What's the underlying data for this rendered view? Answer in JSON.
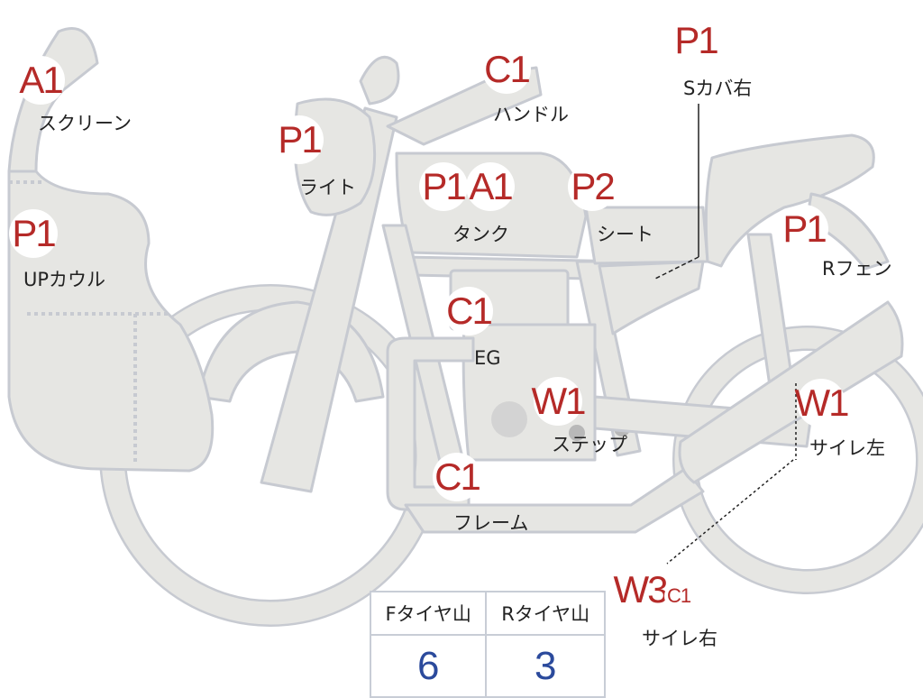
{
  "parts": {
    "screen": {
      "grade": "A1",
      "label": "スクリーン"
    },
    "up_cowl": {
      "grade": "P1",
      "label": "UPカウル"
    },
    "light": {
      "grade": "P1",
      "label": "ライト"
    },
    "handle": {
      "grade": "C1",
      "label": "ハンドル"
    },
    "tank": {
      "grades": [
        "P1",
        "A1"
      ],
      "label": "タンク"
    },
    "seat": {
      "grade": "P2",
      "label": "シート"
    },
    "side_cover_right": {
      "grade": "P1",
      "label": "Sカバ右"
    },
    "rear_fender": {
      "grade": "P1",
      "label": "Rフェン"
    },
    "engine": {
      "grade": "C1",
      "label": "EG"
    },
    "step": {
      "grade": "W1",
      "label": "ステップ"
    },
    "frame": {
      "grade": "C1",
      "label": "フレーム"
    },
    "muffler_left": {
      "grade": "W1",
      "label": "サイレ左"
    },
    "muffler_right": {
      "grades": [
        "W3",
        "C1"
      ],
      "label": "サイレ右"
    }
  },
  "tire_table": {
    "headers": [
      "Fタイヤ山",
      "Rタイヤ山"
    ],
    "values": [
      "6",
      "3"
    ]
  },
  "colors": {
    "part_fill": "#e6e6e3",
    "part_stroke": "#c7cad1",
    "grade_text": "#b52a28",
    "value_text": "#2b4a9c"
  }
}
